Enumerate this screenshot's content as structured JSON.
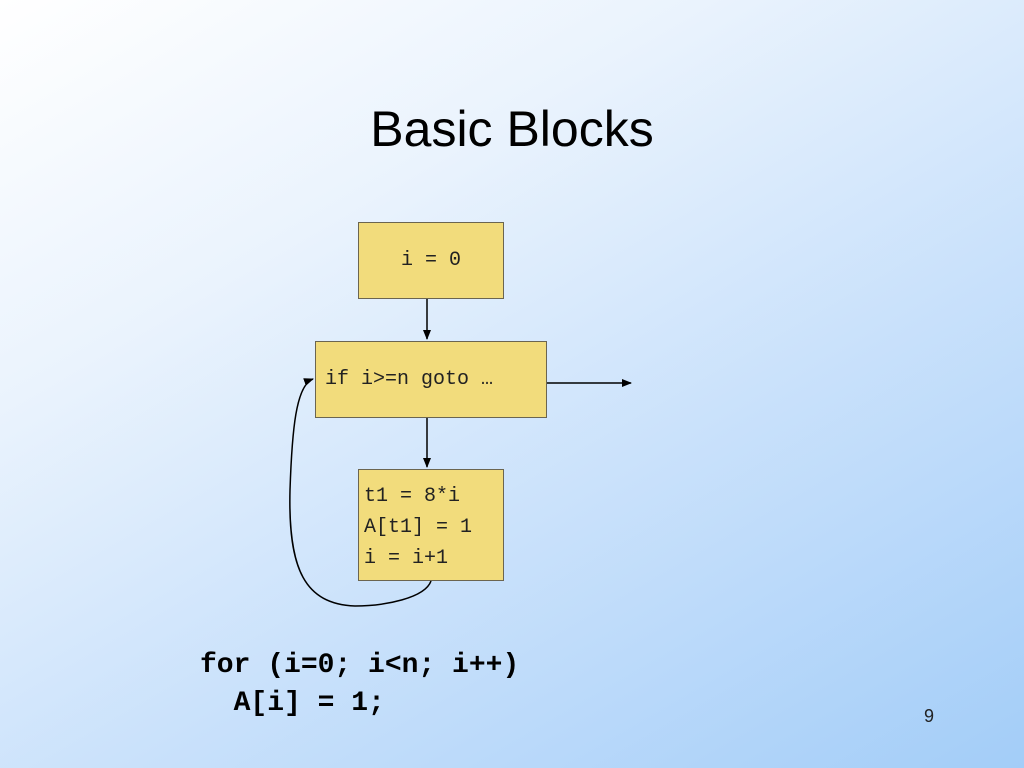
{
  "slide": {
    "title": "Basic Blocks",
    "page_number": "9"
  },
  "blocks": {
    "init": "i = 0",
    "condition": "if i>=n goto …",
    "body": [
      "t1 = 8*i",
      "A[t1] = 1",
      "i = i+1"
    ]
  },
  "code": {
    "line1": "for (i=0; i<n; i++)",
    "line2": "  A[i] = 1;"
  },
  "edges": [
    {
      "from": "init",
      "to": "condition"
    },
    {
      "from": "condition",
      "to": "body"
    },
    {
      "from": "condition",
      "to": "exit"
    },
    {
      "from": "body",
      "to": "condition",
      "kind": "back-edge"
    }
  ],
  "colors": {
    "block_fill": "#f2dc7c",
    "block_border": "#6b6550",
    "edge": "#000000"
  }
}
